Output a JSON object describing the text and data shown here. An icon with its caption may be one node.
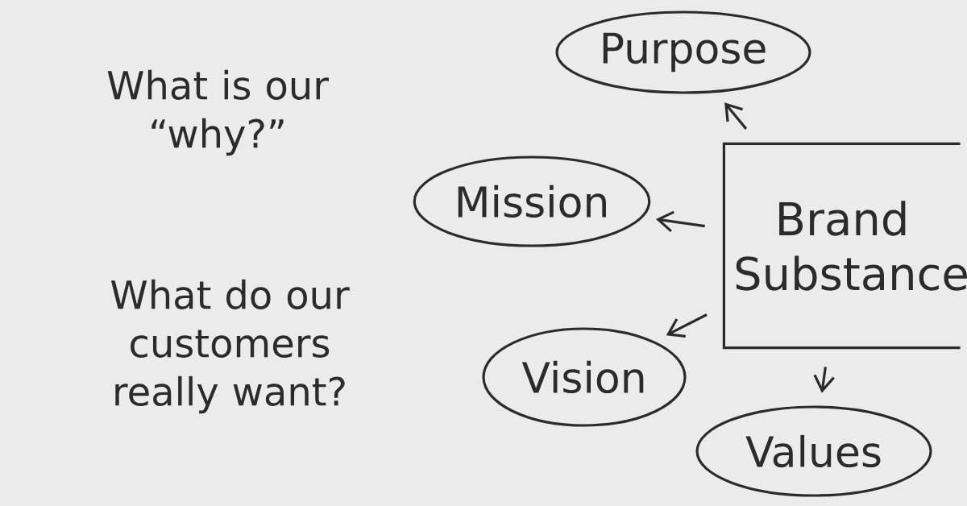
{
  "diagram": {
    "nodes": [
      {
        "text": [
          "Purpose"
        ]
      },
      {
        "text": [
          "Mission"
        ]
      },
      {
        "text": [
          "Brand Substance"
        ]
      },
      {
        "text": [
          "Vision"
        ]
      },
      {
        "text": [
          "Values"
        ]
      }
    ],
    "edges": [
      {
        "from": 2,
        "to": 0,
        "arrow": "to"
      },
      {
        "from": 2,
        "to": 1,
        "arrow": "to"
      },
      {
        "from": 2,
        "to": 3,
        "arrow": "to"
      },
      {
        "from": 2,
        "to": 4,
        "arrow": "to"
      }
    ],
    "labels": [
      "What is our “why?”",
      "What do our customers really want?"
    ]
  }
}
